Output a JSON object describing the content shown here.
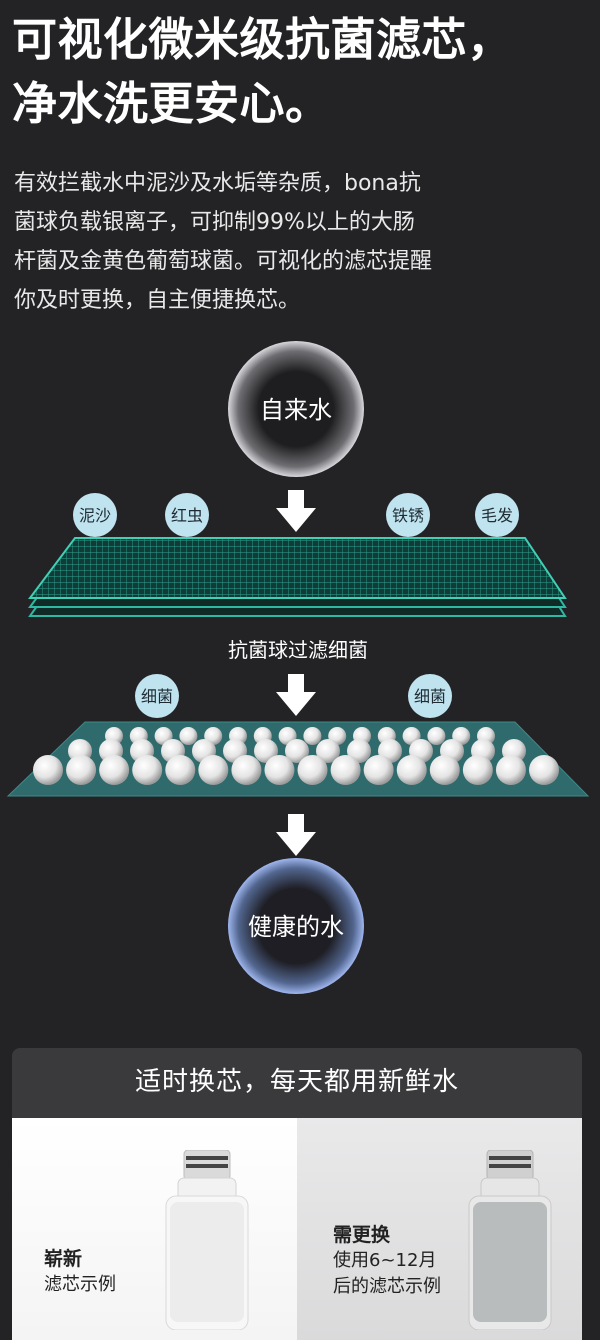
{
  "headline": {
    "line1": "可视化微米级抗菌滤芯，",
    "line2": "净水洗更安心。"
  },
  "description": {
    "lines": [
      "有效拦截水中泥沙及水垢等杂质，bona抗",
      "菌球负载银离子，可抑制99%以上的大肠",
      "杆菌及金黄色葡萄球菌。可视化的滤芯提醒",
      "你及时更换，自主便捷换芯。"
    ]
  },
  "diagram": {
    "top_circle": "自来水",
    "impurities": [
      "泥沙",
      "红虫",
      "铁锈",
      "毛发"
    ],
    "ball_stage_label": "抗菌球过滤细菌",
    "bacteria": [
      "细菌",
      "细菌"
    ],
    "bottom_circle": "健康的水",
    "colors": {
      "mesh": "#2fb8a2",
      "bubble": "#bfe3ef",
      "plate": "#2f6b6c",
      "ring_bottom": "#6f8fd8"
    }
  },
  "comparison": {
    "title": "适时换芯，每天都用新鲜水",
    "new": {
      "label": "崭新",
      "sub": "滤芯示例"
    },
    "used": {
      "label": "需更换",
      "sub1": "使用6~12月",
      "sub2": "后的滤芯示例"
    }
  }
}
